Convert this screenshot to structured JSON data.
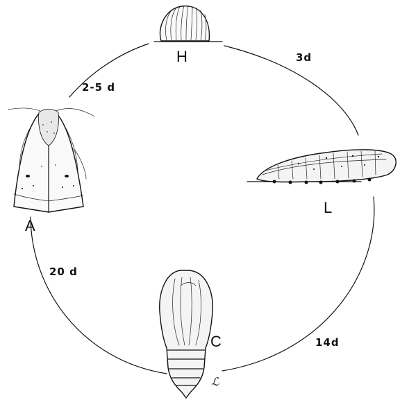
{
  "stages": {
    "egg": {
      "label": "H",
      "icon": "egg-icon"
    },
    "larva": {
      "label": "L",
      "icon": "caterpillar-icon"
    },
    "pupa": {
      "label": "C",
      "icon": "pupa-icon"
    },
    "adult": {
      "label": "A",
      "icon": "moth-icon"
    }
  },
  "durations": {
    "egg_to_larva": "3d",
    "larva_to_pupa": "14d",
    "pupa_to_adult": "20 d",
    "adult_to_egg": "2-5 d"
  },
  "signature": "ℒ",
  "colors": {
    "ink": "#111111",
    "background": "#ffffff"
  }
}
